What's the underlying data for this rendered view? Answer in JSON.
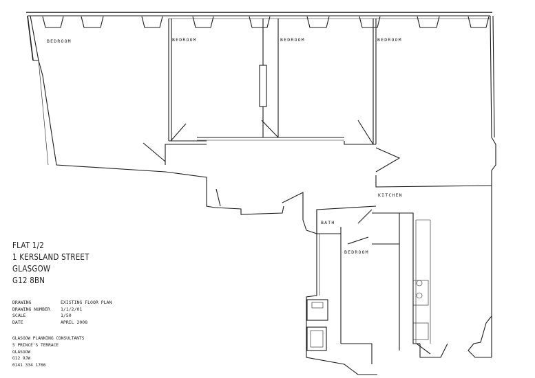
{
  "rooms": {
    "bedroom_1": "BEDROOM",
    "bedroom_2": "BEDROOM",
    "bedroom_3": "BEDROOM",
    "bedroom_4": "BEDROOM",
    "bedroom_5": "BEDROOM",
    "bath": "BATH",
    "kitchen": "KITCHEN"
  },
  "address": {
    "line1": "FLAT 1/2",
    "line2": "1 KERSLAND STREET",
    "line3": "GLASGOW",
    "line4": "G12 8BN"
  },
  "drawing_info": [
    {
      "label": "DRAWING",
      "value": "EXISTING FLOOR PLAN"
    },
    {
      "label": "DRAWING NUMBER",
      "value": "1/1/2/01"
    },
    {
      "label": "SCALE",
      "value": "1/50"
    },
    {
      "label": "DATE",
      "value": "APRIL 2008"
    }
  ],
  "consultant": {
    "name": "GLASGOW PLANNING CONSULTANTS",
    "street": "5 PRINCE'S TERRACE",
    "city": "GLASGOW",
    "postcode": "G12 9JW",
    "phone": "0141 334 1766"
  }
}
